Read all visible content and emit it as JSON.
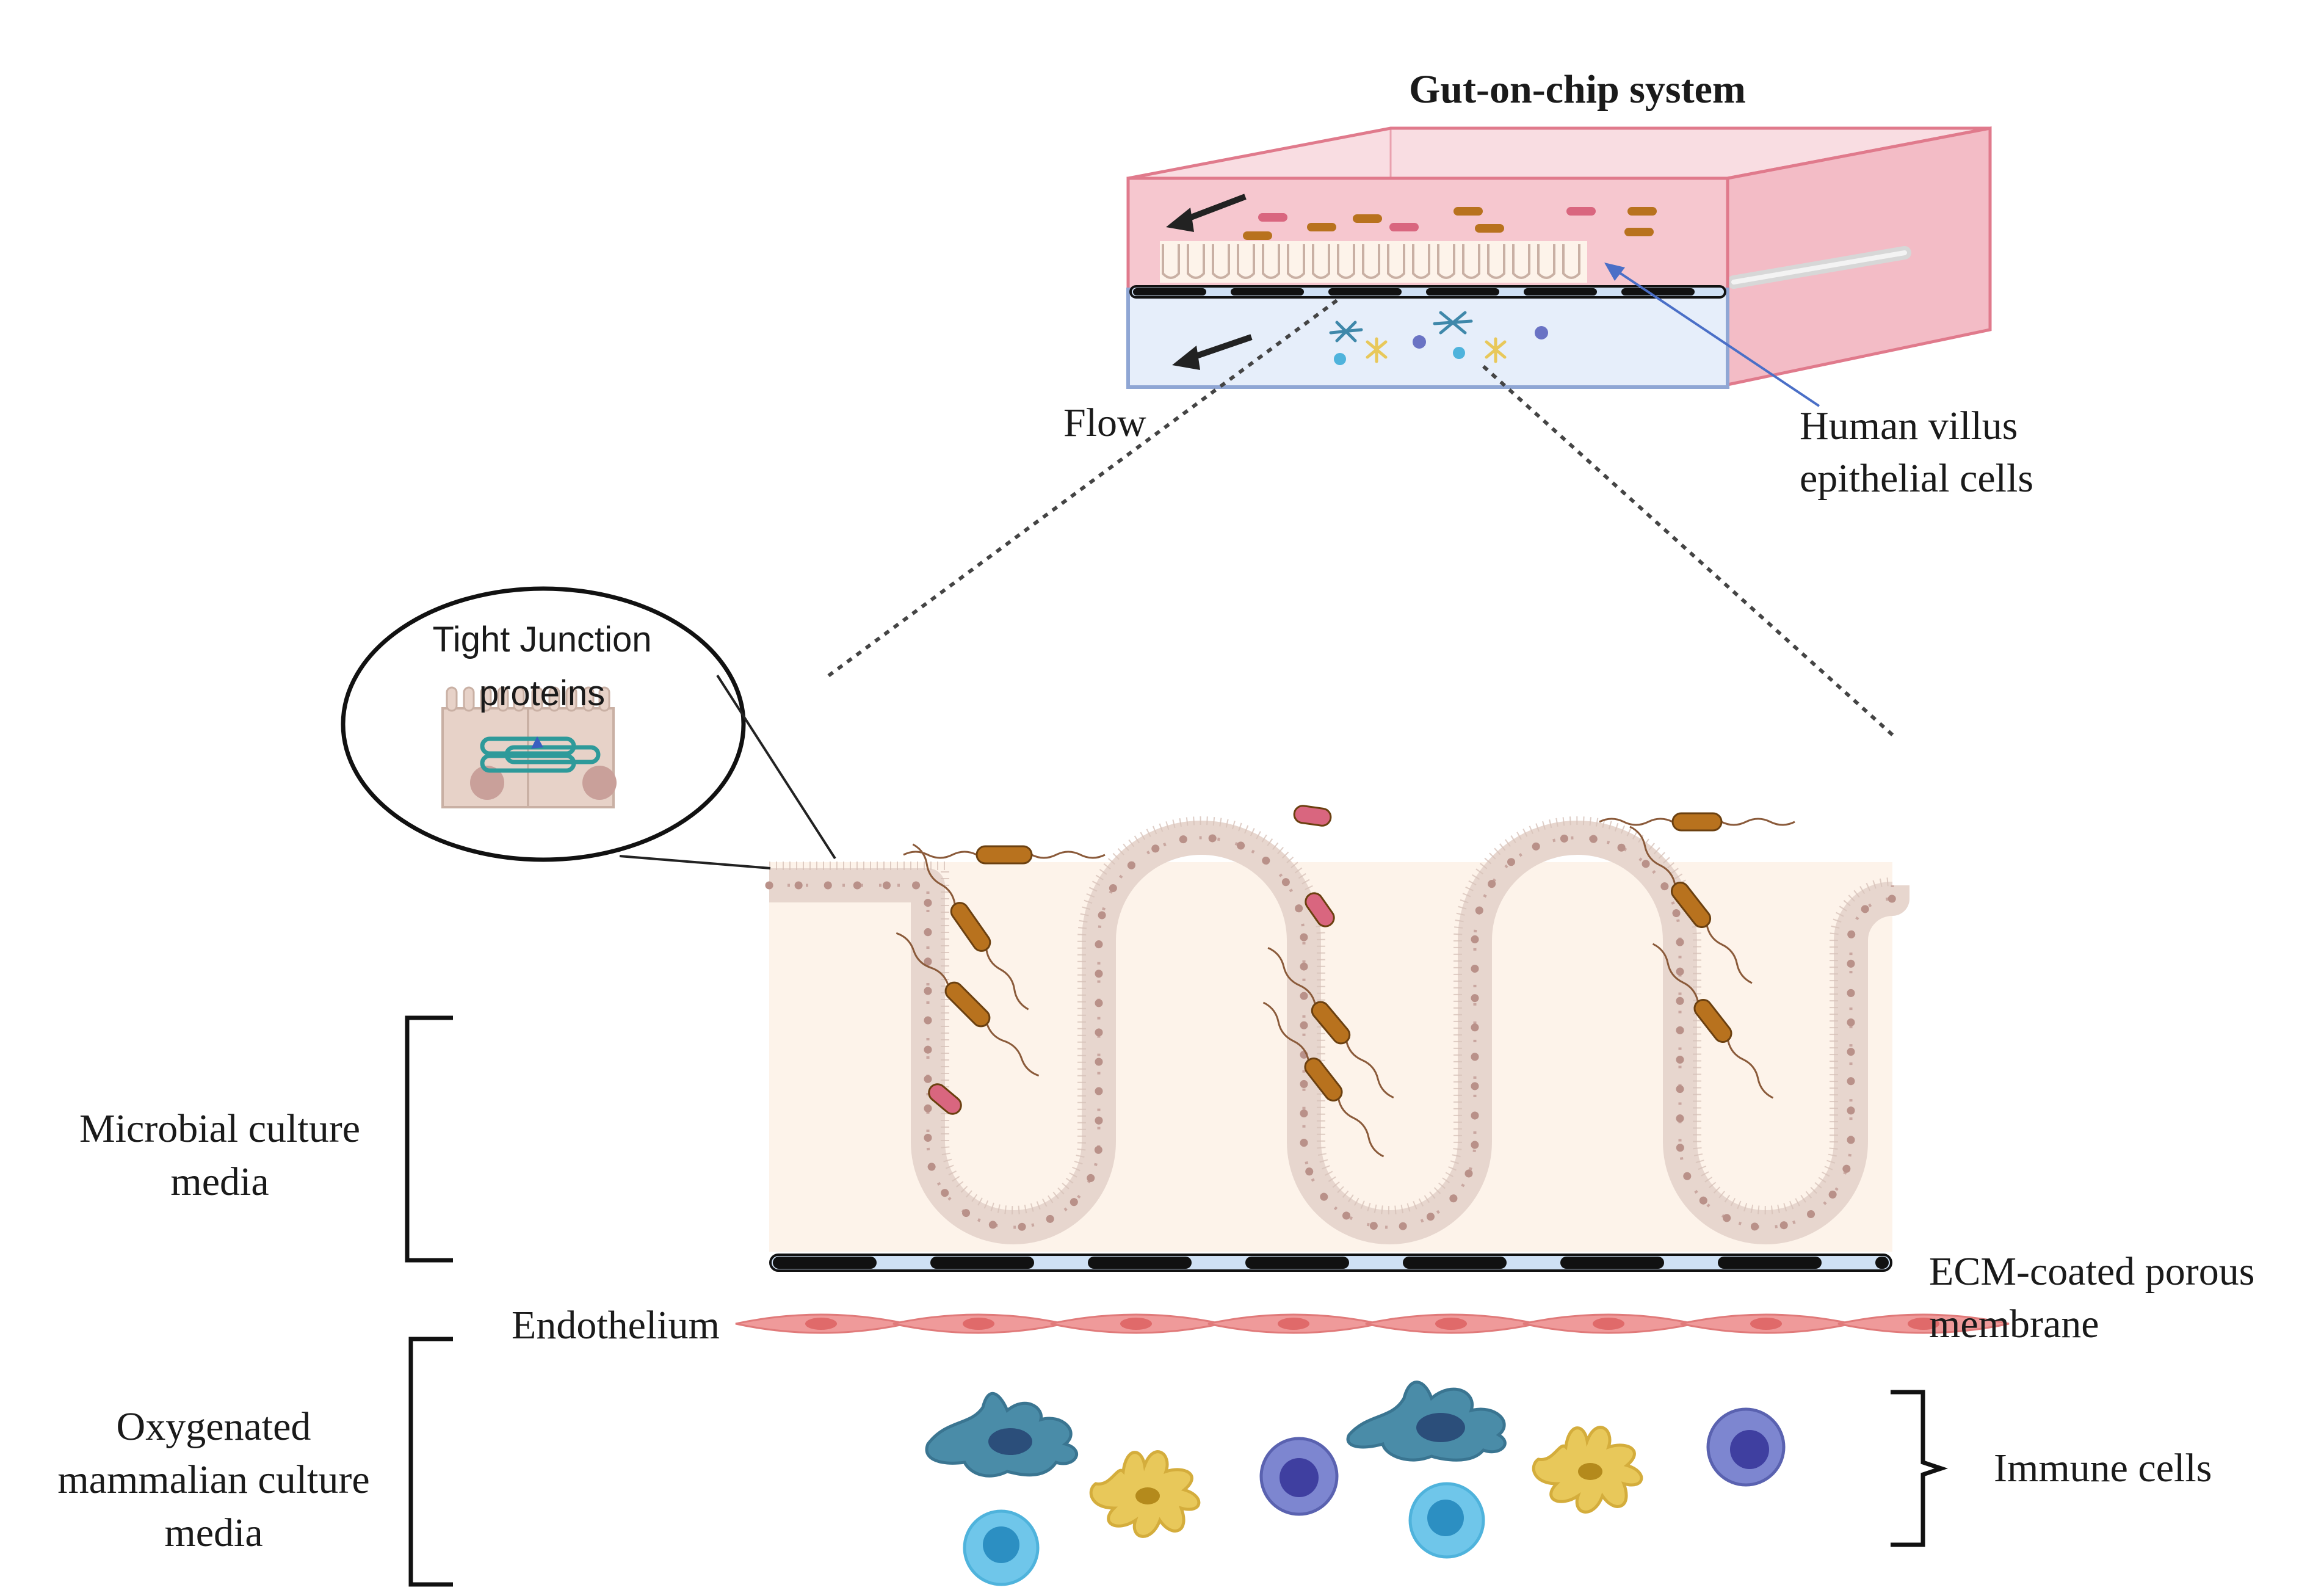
{
  "title": "Gut-on-chip system",
  "labels": {
    "flow": "Flow",
    "villus_line1": "Human villus",
    "villus_line2": "epithelial cells",
    "tight_line1": "Tight Junction",
    "tight_line2": "proteins",
    "microbial_line1": "Microbial culture",
    "microbial_line2": "media",
    "endothelium": "Endothelium",
    "ecm_line1": "ECM-coated  porous",
    "ecm_line2": "membrane",
    "oxy_line1": "Oxygenated",
    "oxy_line2": "mammalian culture",
    "oxy_line3": "media",
    "immune": "Immune cells"
  },
  "colors": {
    "chip_top_fill": "#f6c7cf",
    "chip_top_edge": "#e07a8c",
    "chip_bottom_fill": "#e6eefa",
    "chip_bottom_edge": "#8fa6d4",
    "villus_fill": "#fdf3ea",
    "villus_tissue": "#e7d6ce",
    "villus_nuclei": "#c9a7a0",
    "bacteria_orange": "#b8721e",
    "bacteria_pink": "#d9667f",
    "membrane_dark": "#111111",
    "membrane_light": "#cfe0f4",
    "endothelium": "#ef9a9a",
    "dendritic_blue": "#4a8ca8",
    "dendritic_yellow": "#e8c85a",
    "lymph_purple": "#6a73c4",
    "lymph_cyan": "#4fb3dc"
  },
  "icons": [
    "flow-arrow-icon",
    "bacteria-icon",
    "dendritic-cell-icon",
    "lymphocyte-icon",
    "endothelial-cell-icon"
  ]
}
